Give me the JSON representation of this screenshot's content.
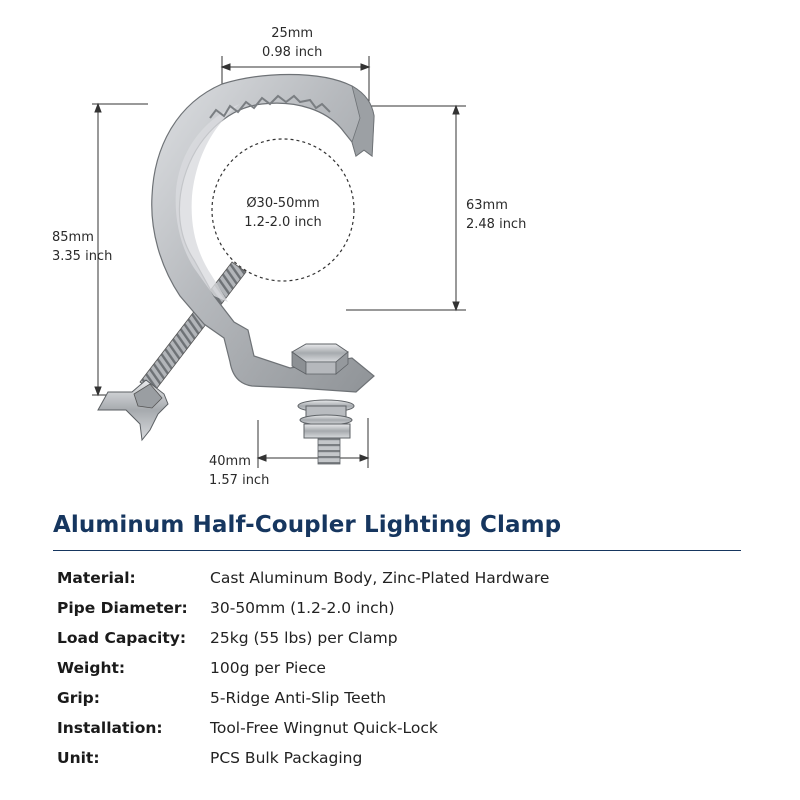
{
  "dimensions": {
    "top_width": {
      "mm": "25mm",
      "inch": "0.98 inch"
    },
    "height": {
      "mm": "85mm",
      "inch": "3.35 inch"
    },
    "opening": {
      "mm": "63mm",
      "inch": "2.48 inch"
    },
    "pipe": {
      "mm": "Ø30-50mm",
      "inch": "1.2-2.0 inch"
    },
    "base_width": {
      "mm": "40mm",
      "inch": "1.57 inch"
    }
  },
  "title": "Aluminum Half-Coupler Lighting Clamp",
  "specs": [
    {
      "label": "Material:",
      "value": "Cast Aluminum Body, Zinc-Plated Hardware"
    },
    {
      "label": "Pipe Diameter:",
      "value": "30-50mm (1.2-2.0 inch)"
    },
    {
      "label": "Load Capacity:",
      "value": "25kg (55 lbs) per Clamp"
    },
    {
      "label": "Weight:",
      "value": "100g per Piece"
    },
    {
      "label": "Grip:",
      "value": "5-Ridge Anti-Slip Teeth"
    },
    {
      "label": "Installation:",
      "value": "Tool-Free Wingnut Quick-Lock"
    },
    {
      "label": "Unit:",
      "value": "PCS Bulk Packaging"
    }
  ],
  "colors": {
    "title": "#16365f",
    "rule": "#16365f",
    "aluminum": "#b9bcc0",
    "dimension_line": "#333333"
  }
}
